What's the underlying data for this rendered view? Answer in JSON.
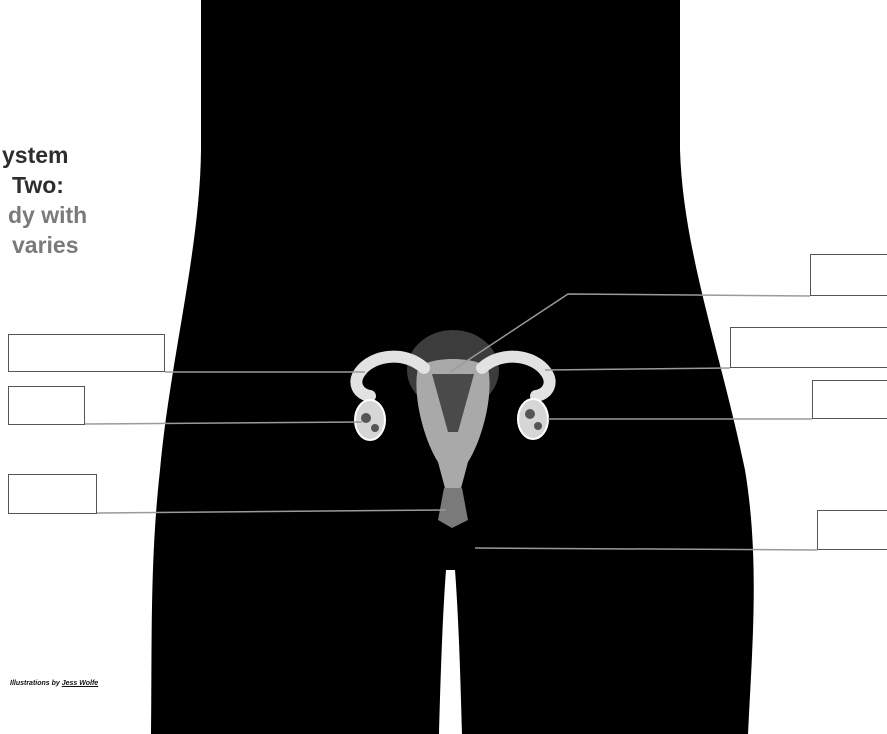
{
  "title": {
    "line1": "ystem",
    "line2": "Two:",
    "line3": "dy with",
    "line4": "varies"
  },
  "credit": {
    "prefix": "Illustrations by",
    "author": "Jess Wolfe"
  }
}
